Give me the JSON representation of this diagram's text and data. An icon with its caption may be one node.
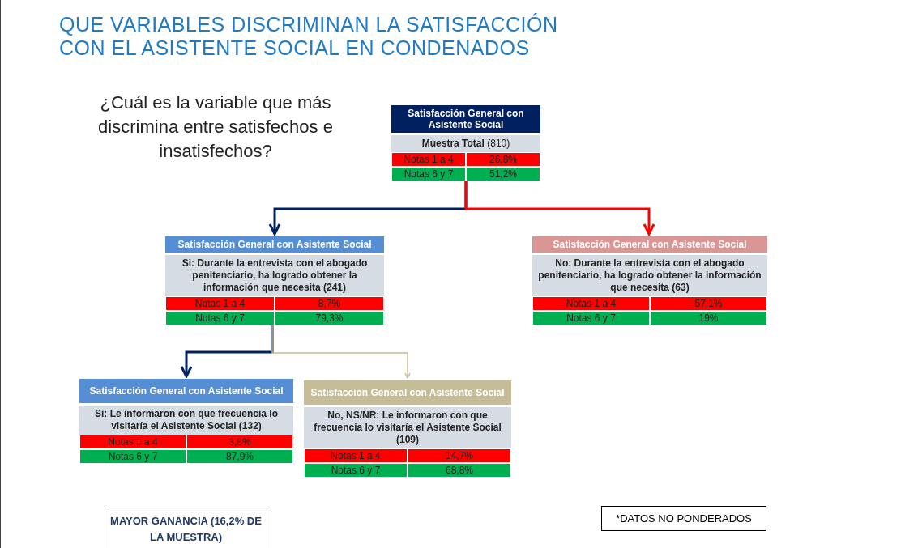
{
  "diagram": {
    "title": "QUE VARIABLES DISCRIMINAN LA SATISFACCIÓN CON EL ASISTENTE SOCIAL EN CONDENADOS",
    "nodes": [
      {
        "text": [
          "Satisfacción General con Asistente Social",
          "**Muestra Total** (810)",
          "Notas 1 a 4",
          "26,8%",
          "Notas 6 y 7",
          "51,2%"
        ]
      },
      {
        "text": [
          "Satisfacción General con Asistente Social",
          "Si: Durante la entrevista con el abogado penitenciario, ha logrado obtener la información que necesita (241)",
          "Notas 1 a 4",
          "8,7%",
          "Notas 6 y 7",
          "79,3%"
        ]
      },
      {
        "text": [
          "Satisfacción General con Asistente Social",
          "No: Durante la entrevista con el abogado penitenciario, ha logrado obtener la información que necesita (63)",
          "Notas 1 a 4",
          "57,1%",
          "Notas 6 y 7",
          "19%"
        ]
      },
      {
        "text": [
          "Satisfacción General con Asistente Social",
          "Si: Le informaron con que frecuencia lo visitaría el Asistente Social (132)",
          "Notas 1 a 4",
          "3,8%",
          "Notas 6 y 7",
          "87,9%"
        ]
      },
      {
        "text": [
          "Satisfacción General con Asistente Social",
          "No, NS/NR: Le informaron con que frecuencia lo visitaría el Asistente Social (109)",
          "Notas 1 a 4",
          "14,7%",
          "Notas 6 y 7",
          "68,8%"
        ]
      },
      {
        "text": [
          "MAYOR GANANCIA (16,2% DE LA MUESTRA)"
        ]
      },
      {
        "text": [
          "*DATOS NO PONDERADOS"
        ]
      }
    ],
    "edges": [
      {
        "from": 0,
        "to": 1,
        "arrow": "to"
      },
      {
        "from": 0,
        "to": 2,
        "arrow": "to",
        "color": "#ff0000"
      },
      {
        "from": 1,
        "to": 3,
        "arrow": "to"
      },
      {
        "from": 1,
        "to": 4,
        "arrow": "to",
        "color": "#c4bd97"
      }
    ],
    "labels": [
      "¿Cuál es la variable que más discrimina entre satisfechos e insatisfechos?"
    ]
  }
}
